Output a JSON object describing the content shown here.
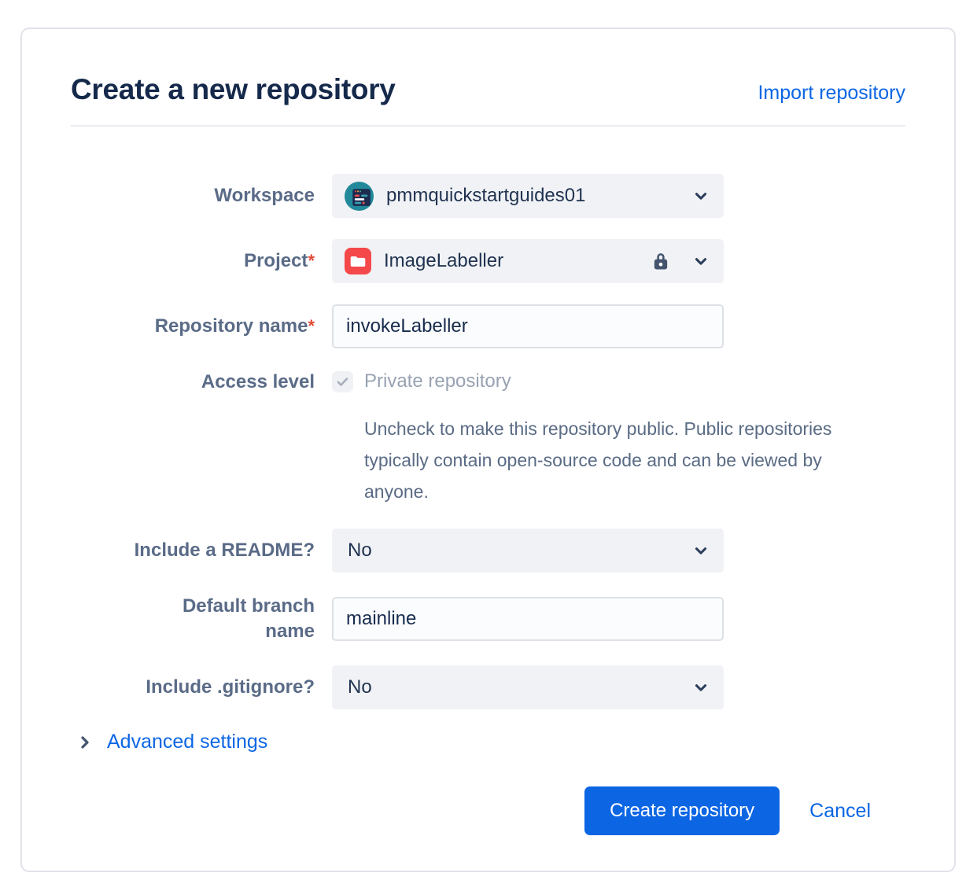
{
  "header": {
    "title": "Create a new repository",
    "import_link": "Import repository"
  },
  "form": {
    "workspace": {
      "label": "Workspace",
      "value": "pmmquickstartguides01"
    },
    "project": {
      "label": "Project",
      "required_marker": "*",
      "value": "ImageLabeller"
    },
    "repo_name": {
      "label": "Repository name",
      "required_marker": "*",
      "value": "invokeLabeller"
    },
    "access_level": {
      "label": "Access level",
      "checkbox_label": "Private repository",
      "checkbox_checked": true,
      "help_text": "Uncheck to make this repository public. Public repositories typically contain open-source code and can be viewed by anyone."
    },
    "readme": {
      "label": "Include a README?",
      "value": "No"
    },
    "default_branch": {
      "label": "Default branch name",
      "value": "mainline"
    },
    "gitignore": {
      "label": "Include .gitignore?",
      "value": "No"
    }
  },
  "advanced": {
    "label": "Advanced settings"
  },
  "actions": {
    "create_label": "Create repository",
    "cancel_label": "Cancel"
  },
  "icons": {
    "workspace_avatar": "workspace-avatar-icon",
    "project_folder": "folder-icon",
    "lock": "lock-icon",
    "chevron_down": "chevron-down-icon",
    "chevron_right": "chevron-right-icon",
    "checkmark": "check-icon"
  },
  "colors": {
    "accent_blue": "#0C66E4",
    "title_navy": "#15294b",
    "label_gray": "#5a6b87",
    "muted_gray": "#98a2b2",
    "required_red": "#E24B35",
    "folder_red": "#F4484B",
    "avatar_teal": "#21899a",
    "field_gray_bg": "#f1f2f5",
    "input_border": "#dde0e6",
    "card_border": "#e1e3e9"
  }
}
